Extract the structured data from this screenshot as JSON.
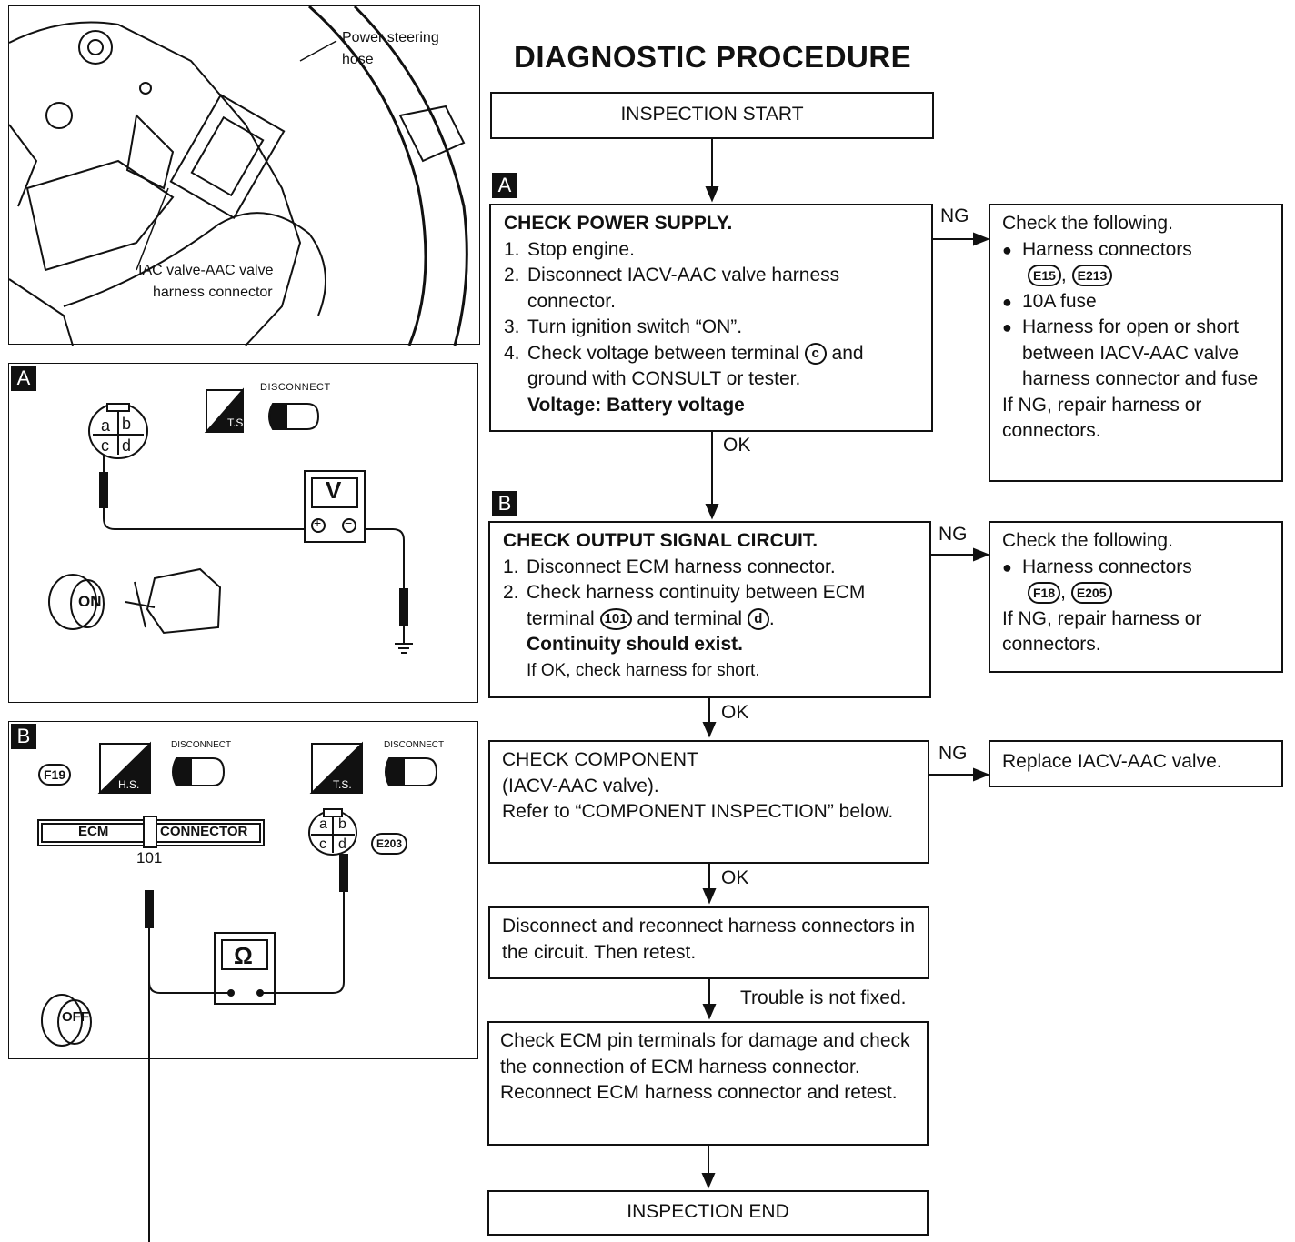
{
  "title": "DIAGNOSTIC PROCEDURE",
  "photo": {
    "label_power_steering_1": "Power steering",
    "label_power_steering_2": "hose",
    "label_iac_1": "IAC valve-AAC valve",
    "label_iac_2": "harness connector"
  },
  "panel_a": {
    "marker": "A",
    "pins": [
      "a",
      "b",
      "c",
      "d"
    ],
    "disconnect_label": "DISCONNECT",
    "ts_label": "T.S.",
    "meter_label": "V",
    "plus": "+",
    "minus": "−",
    "switch_label": "ON"
  },
  "panel_b": {
    "marker": "B",
    "connector_f19": "F19",
    "hs_label": "H.S.",
    "ts_label": "T.S.",
    "disconnect_left": "DISCONNECT",
    "disconnect_right": "DISCONNECT",
    "ecm_label": "ECM",
    "connector_label": "CONNECTOR",
    "terminal_101": "101",
    "pins": [
      "a",
      "b",
      "c",
      "d"
    ],
    "connector_e203": "E203",
    "meter_label": "Ω",
    "switch_label": "OFF"
  },
  "flow": {
    "start": "INSPECTION START",
    "marker_a": "A",
    "step_a": {
      "heading": "CHECK POWER SUPPLY.",
      "items": [
        {
          "num": "1.",
          "text": "Stop engine."
        },
        {
          "num": "2.",
          "text": "Disconnect IACV-AAC valve harness connector."
        },
        {
          "num": "3.",
          "text": "Turn ignition switch “ON”."
        },
        {
          "num": "4.",
          "text_before": "Check voltage between terminal",
          "terminal": "c",
          "text_after": "and ground with CONSULT or tester."
        }
      ],
      "spec": "Voltage: Battery voltage"
    },
    "ng_a": "NG",
    "result_a": {
      "intro": "Check the following.",
      "b1": "Harness connectors",
      "c1": "E15",
      "c2": "E213",
      "sep": ",",
      "b2": "10A fuse",
      "b3": "Harness for open or short between IACV-AAC valve harness connector and fuse",
      "tail": "If NG, repair harness or connectors."
    },
    "ok_a": "OK",
    "marker_b": "B",
    "step_b": {
      "heading": "CHECK OUTPUT SIGNAL CIRCUIT.",
      "item1_num": "1.",
      "item1": "Disconnect ECM harness connector.",
      "item2_num": "2.",
      "item2_a": "Check harness continuity between ECM terminal",
      "term_101": "101",
      "item2_b": "and terminal",
      "term_d": "d",
      "item2_c": ".",
      "spec": "Continuity should exist.",
      "note": "If OK, check harness for short."
    },
    "ng_b": "NG",
    "result_b": {
      "intro": "Check the following.",
      "b1": "Harness connectors",
      "c1": "F18",
      "c2": "E205",
      "sep": ",",
      "tail": "If NG, repair harness or connectors."
    },
    "ok_b": "OK",
    "step_c": {
      "line1": "CHECK COMPONENT",
      "line2": "(IACV-AAC valve).",
      "line3": "Refer to “COMPONENT INSPECTION” below."
    },
    "ng_c": "NG",
    "result_c": "Replace IACV-AAC valve.",
    "ok_c": "OK",
    "step_d": "Disconnect and reconnect harness connectors in the circuit. Then retest.",
    "not_fixed": "Trouble is not fixed.",
    "step_e": "Check ECM pin terminals for damage and check the connection of ECM harness connector. Reconnect ECM harness connector and retest.",
    "end": "INSPECTION END"
  }
}
